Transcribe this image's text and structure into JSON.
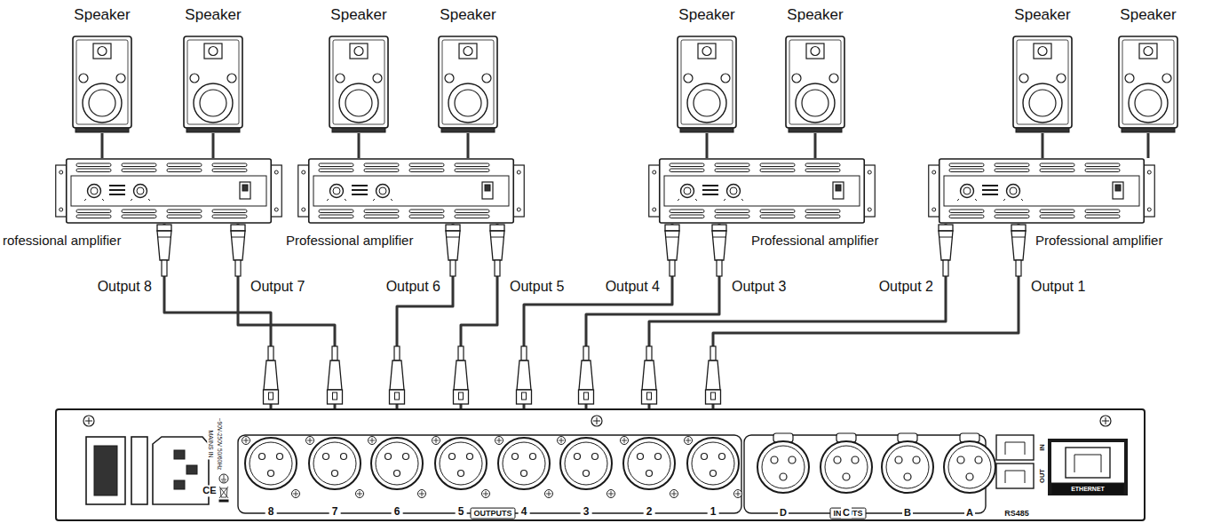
{
  "diagram": {
    "nodes": [
      {
        "text": [
          "Speaker"
        ]
      },
      {
        "text": [
          "Speaker"
        ]
      },
      {
        "text": [
          "Speaker"
        ]
      },
      {
        "text": [
          "Speaker"
        ]
      },
      {
        "text": [
          "Speaker"
        ]
      },
      {
        "text": [
          "Speaker"
        ]
      },
      {
        "text": [
          "Speaker"
        ]
      },
      {
        "text": [
          "Speaker"
        ]
      },
      {
        "text": [
          "rofessional amplifier"
        ]
      },
      {
        "text": [
          "Professional amplifier"
        ]
      },
      {
        "text": [
          "Professional amplifier"
        ]
      },
      {
        "text": [
          "Professional amplifier"
        ]
      },
      {
        "text": [
          "MAINS IN",
          "~90V-250V 50/60Hz",
          "CE",
          "OUTPUTS",
          "INPUTS",
          "RS485",
          "ETHERNET"
        ]
      },
      {
        "text": [
          "8"
        ],
        "in": 12
      },
      {
        "text": [
          "7"
        ],
        "in": 12
      },
      {
        "text": [
          "6"
        ],
        "in": 12
      },
      {
        "text": [
          "5"
        ],
        "in": 12
      },
      {
        "text": [
          "4"
        ],
        "in": 12
      },
      {
        "text": [
          "3"
        ],
        "in": 12
      },
      {
        "text": [
          "2"
        ],
        "in": 12
      },
      {
        "text": [
          "1"
        ],
        "in": 12
      }
    ],
    "edges": [
      {
        "from": 8,
        "to": 0,
        "arrow": "none"
      },
      {
        "from": 8,
        "to": 1,
        "arrow": "none"
      },
      {
        "from": 9,
        "to": 2,
        "arrow": "none"
      },
      {
        "from": 9,
        "to": 3,
        "arrow": "none"
      },
      {
        "from": 10,
        "to": 4,
        "arrow": "none"
      },
      {
        "from": 10,
        "to": 5,
        "arrow": "none"
      },
      {
        "from": 11,
        "to": 6,
        "arrow": "none"
      },
      {
        "from": 11,
        "to": 7,
        "arrow": "none"
      },
      {
        "from": 13,
        "to": 8,
        "label": "Output 8",
        "arrow": "none"
      },
      {
        "from": 14,
        "to": 8,
        "label": "Output 7",
        "arrow": "none"
      },
      {
        "from": 15,
        "to": 9,
        "label": "Output 6",
        "arrow": "none"
      },
      {
        "from": 16,
        "to": 9,
        "label": "Output 5",
        "arrow": "none"
      },
      {
        "from": 17,
        "to": 10,
        "label": "Output 4",
        "arrow": "none"
      },
      {
        "from": 18,
        "to": 10,
        "label": "Output 3",
        "arrow": "none"
      },
      {
        "from": 19,
        "to": 11,
        "label": "Output 2",
        "arrow": "none"
      },
      {
        "from": 20,
        "to": 11,
        "label": "Output 1",
        "arrow": "none"
      }
    ],
    "labels": [
      "D",
      "C",
      "B",
      "A",
      "OUT",
      "IN"
    ]
  }
}
